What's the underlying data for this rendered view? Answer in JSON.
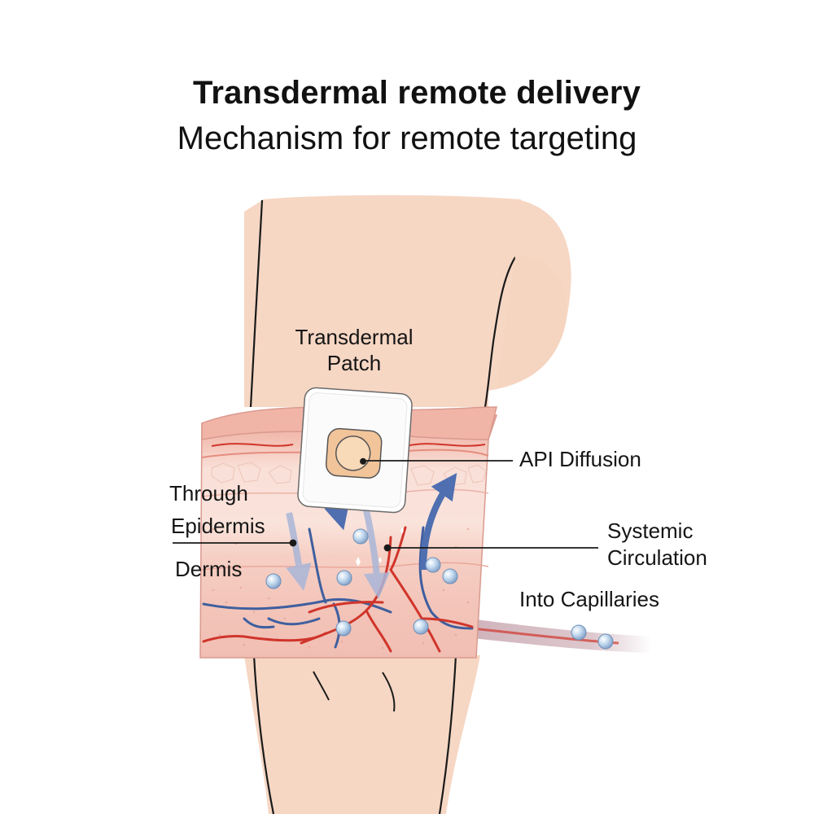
{
  "header": {
    "title": "Transdermal remote delivery",
    "subtitle": "Mechanism for remote targeting"
  },
  "labels": {
    "patch_line1": "Transdermal",
    "patch_line2": "Patch",
    "api_diffusion": "API Diffusion",
    "through": "Through",
    "epidermis": "Epidermis",
    "dermis": "Dermis",
    "systemic_line1": "Systemic",
    "systemic_line2": "Circulation",
    "into_capillaries": "Into Capillaries"
  },
  "colors": {
    "skin": "#f6d6c2",
    "skin_outline": "#1a1a1a",
    "tissue_top": "#f0b7aa",
    "tissue_mid": "#f8d9cf",
    "tissue_deep": "#f2c2b8",
    "artery": "#d0352b",
    "vein": "#3f5f9e",
    "flow_arrow": "#4f6fb0",
    "molecule": "#a9c8e6",
    "patch": "#ffffff",
    "patch_core": "#f2c49a"
  },
  "icons": {
    "down_arrows": "diffusion-down-arrow-icon",
    "up_arrow": "systemic-up-arrow-icon",
    "molecule": "drug-molecule-icon"
  }
}
